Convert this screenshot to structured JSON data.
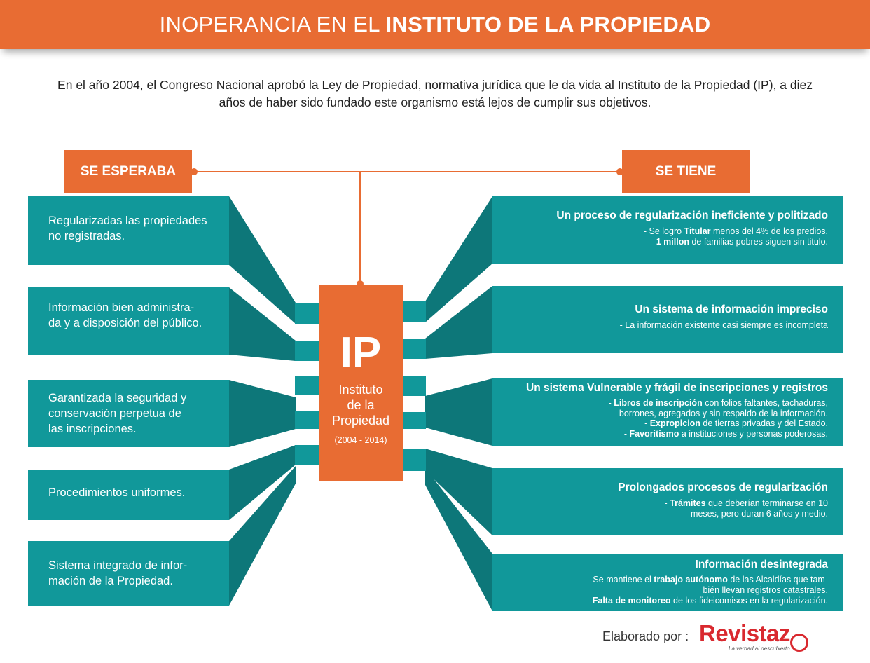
{
  "header": {
    "title_a": "INOPERANCIA EN EL ",
    "title_b": "INSTITUTO DE LA PROPIEDAD"
  },
  "intro": "En el año 2004, el Congreso Nacional aprobó la Ley de Propiedad, normativa jurídica  que le da vida al Instituto de la Propiedad (IP), a diez años de haber sido fundado este organismo está lejos de cumplir sus objetivos.",
  "labels": {
    "left": "SE ESPERABA",
    "right": "SE TIENE"
  },
  "center": {
    "abbr": "IP",
    "line1": "Instituto",
    "line2": "de la",
    "line3": "Propiedad",
    "years": "(2004 - 2014)"
  },
  "expected": [
    {
      "l1": "Regularizadas las propiedades",
      "l2": "no registradas.",
      "l3": ""
    },
    {
      "l1": "Información bien administra-",
      "l2": "da y a disposición del público.",
      "l3": ""
    },
    {
      "l1": "Garantizada la seguridad y",
      "l2": "conservación perpetua de",
      "l3": "las inscripciones."
    },
    {
      "l1": "Procedimientos uniformes.",
      "l2": "",
      "l3": ""
    },
    {
      "l1": "Sistema integrado de infor-",
      "l2": "mación de la Propiedad.",
      "l3": ""
    }
  ],
  "actual": [
    {
      "title": "Un proceso de regularización ineficiente y politizado",
      "lines": [
        {
          "pre": "- Se logro ",
          "bold": "Titular",
          "post": " menos del  4% de los predios."
        },
        {
          "pre": "- ",
          "bold": "1 millon",
          "post": " de familias pobres siguen sin titulo."
        }
      ]
    },
    {
      "title": "Un sistema de información impreciso",
      "lines": [
        {
          "pre": "- La información existente casi siempre es incompleta",
          "bold": "",
          "post": ""
        }
      ]
    },
    {
      "title": "Un sistema Vulnerable y frágil de inscripciones y registros",
      "lines": [
        {
          "pre": "- ",
          "bold": "Libros de inscripción",
          "post": " con folios faltantes, tachaduras,"
        },
        {
          "pre": "borrones, agregados y sin respaldo de la información.",
          "bold": "",
          "post": ""
        },
        {
          "pre": "- ",
          "bold": "Expropicion",
          "post": " de tierras privadas y  del Estado."
        },
        {
          "pre": "- ",
          "bold": "Favoritismo",
          "post": " a instituciones y personas poderosas."
        }
      ]
    },
    {
      "title": "Prolongados procesos de regularización",
      "lines": [
        {
          "pre": "- ",
          "bold": "Trámites",
          "post": " que deberían terminarse en 10"
        },
        {
          "pre": "meses, pero duran 6 años y medio.",
          "bold": "",
          "post": ""
        }
      ]
    },
    {
      "title": "Información desintegrada",
      "lines": [
        {
          "pre": "- Se mantiene el ",
          "bold": "trabajo autónomo",
          "post": " de las Alcaldías que tam-"
        },
        {
          "pre": "bién llevan registros catastrales.",
          "bold": "",
          "post": ""
        },
        {
          "pre": "- ",
          "bold": "Falta de monitoreo",
          "post": " de los fideicomisos en la regularización."
        }
      ]
    }
  ],
  "credit": {
    "text": "Elaborado por :",
    "logo": "Revistaz",
    "logo_mark": "O",
    "tagline": "La verdad al descubierto"
  },
  "colors": {
    "orange": "#e86c33",
    "teal": "#11989a",
    "teal_dark": "#0d7779",
    "teal_mid": "#117f81"
  }
}
